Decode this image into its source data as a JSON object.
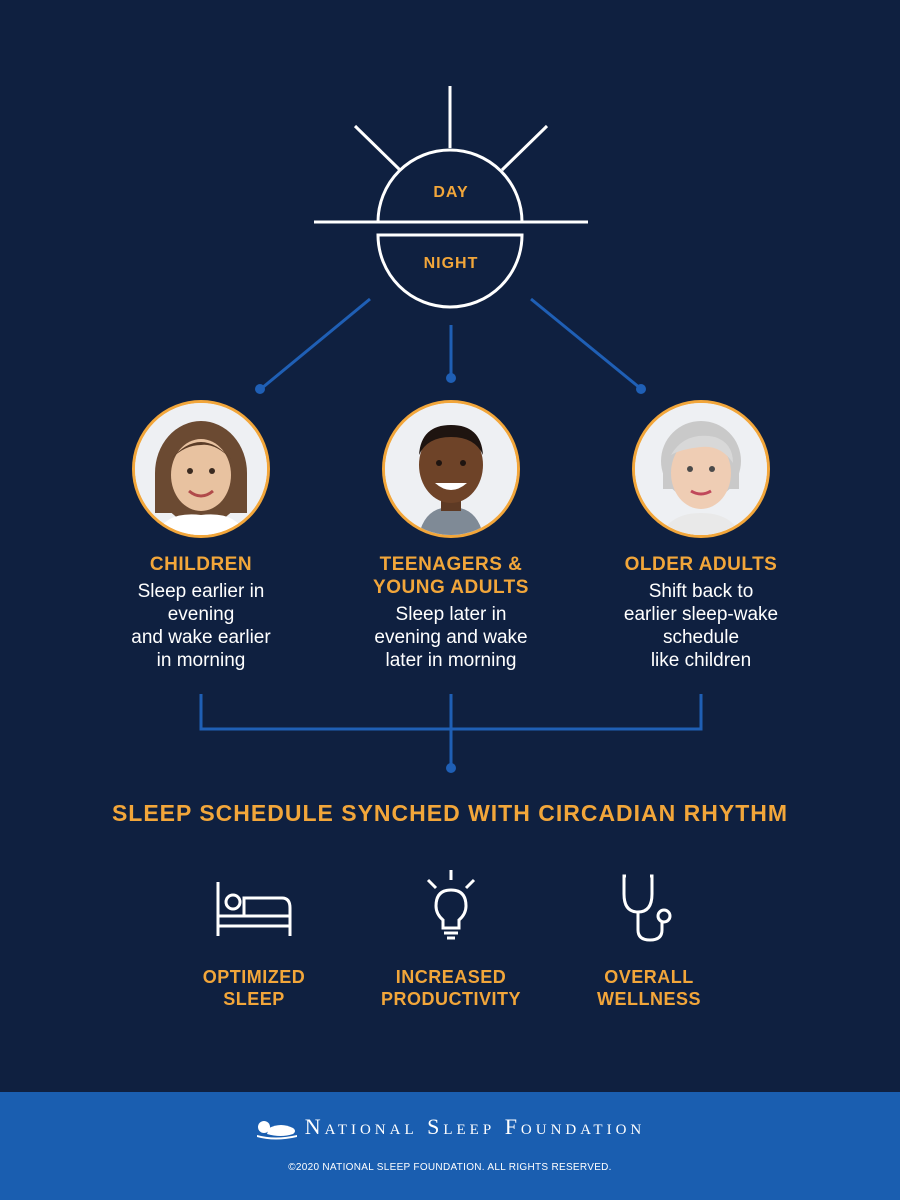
{
  "sun": {
    "day_label": "DAY",
    "night_label": "NIGHT"
  },
  "groups": [
    {
      "title_lines": [
        "CHILDREN"
      ],
      "desc_lines": [
        "Sleep earlier in",
        "evening",
        "and wake earlier",
        "in morning"
      ]
    },
    {
      "title_lines": [
        "TEENAGERS &",
        "YOUNG ADULTS"
      ],
      "desc_lines": [
        "Sleep later in",
        "evening and wake",
        "later in morning"
      ]
    },
    {
      "title_lines": [
        "OLDER ADULTS"
      ],
      "desc_lines": [
        "Shift back to",
        "earlier sleep-wake",
        "schedule",
        "like children"
      ]
    }
  ],
  "headline": "SLEEP SCHEDULE SYNCHED WITH CIRCADIAN RHYTHM",
  "benefits": [
    {
      "icon": "bed-icon",
      "label_lines": [
        "OPTIMIZED",
        "SLEEP"
      ]
    },
    {
      "icon": "lightbulb-icon",
      "label_lines": [
        "INCREASED",
        "PRODUCTIVITY"
      ]
    },
    {
      "icon": "stethoscope-icon",
      "label_lines": [
        "OVERALL",
        "WELLNESS"
      ]
    }
  ],
  "footer": {
    "brand": "National Sleep Foundation",
    "copyright": "©2020 NATIONAL SLEEP FOUNDATION. ALL RIGHTS RESERVED."
  },
  "colors": {
    "background": "#0f2040",
    "accent": "#f2a63a",
    "connector": "#1f5fb5",
    "footer": "#1a5eb0",
    "text": "#ffffff"
  }
}
